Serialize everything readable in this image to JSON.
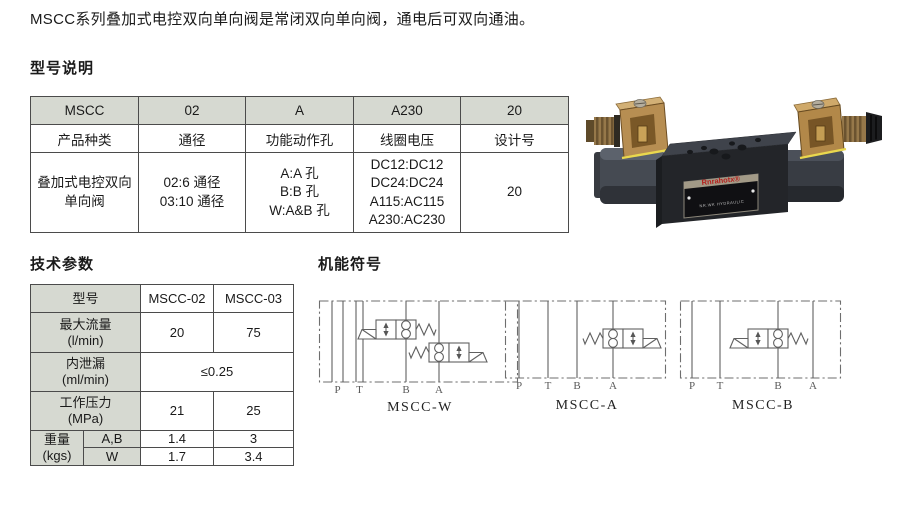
{
  "intro": "MSCC系列叠加式电控双向单向阀是常闭双向单向阀，通电后可双向通油。",
  "sections": {
    "model": "型号说明",
    "tech": "技术参数",
    "symbols": "机能符号"
  },
  "model_table": {
    "codes": [
      "MSCC",
      "02",
      "A",
      "A230",
      "20"
    ],
    "labels": [
      "产品种类",
      "通径",
      "功能动作孔",
      "线圈电压",
      "设计号"
    ],
    "values": [
      "叠加式电控双向\n单向阀",
      "02:6 通径\n03:10 通径",
      "A:A 孔\nB:B 孔\nW:A&B 孔",
      "DC12:DC12\nDC24:DC24\nA115:AC115\nA230:AC230",
      "20"
    ]
  },
  "tech_table": {
    "header": {
      "model": "型号",
      "c1": "MSCC-02",
      "c2": "MSCC-03"
    },
    "flow": {
      "label": "最大流量\n(l/min)",
      "c1": "20",
      "c2": "75"
    },
    "leak": {
      "label": "内泄漏\n(ml/min)",
      "value": "≤0.25"
    },
    "pressure": {
      "label": "工作压力\n(MPa)",
      "c1": "21",
      "c2": "25"
    },
    "weight": {
      "label": "重量\n(kgs)",
      "row_ab": {
        "sub": "A,B",
        "c1": "1.4",
        "c2": "3"
      },
      "row_w": {
        "sub": "W",
        "c1": "1.7",
        "c2": "3.4"
      }
    }
  },
  "diagrams": [
    {
      "caption": "MSCC-W",
      "ports": {
        "p": "P",
        "t": "T",
        "b": "B",
        "a": "A"
      }
    },
    {
      "caption": "MSCC-A",
      "ports": {
        "p": "P",
        "t": "T",
        "b": "B",
        "a": "A"
      }
    },
    {
      "caption": "MSCC-B",
      "ports": {
        "p": "P",
        "t": "T",
        "b": "B",
        "a": "A"
      }
    }
  ],
  "photo": {
    "brand": "Rnrahotx®",
    "plate_text": "NR.WK HYDRAULIC"
  },
  "colors": {
    "table_header_bg": "#d6d9d1",
    "table_border": "#4b4b4b",
    "brand_red": "#b5201d",
    "trim_yellow": "#ead84e"
  }
}
